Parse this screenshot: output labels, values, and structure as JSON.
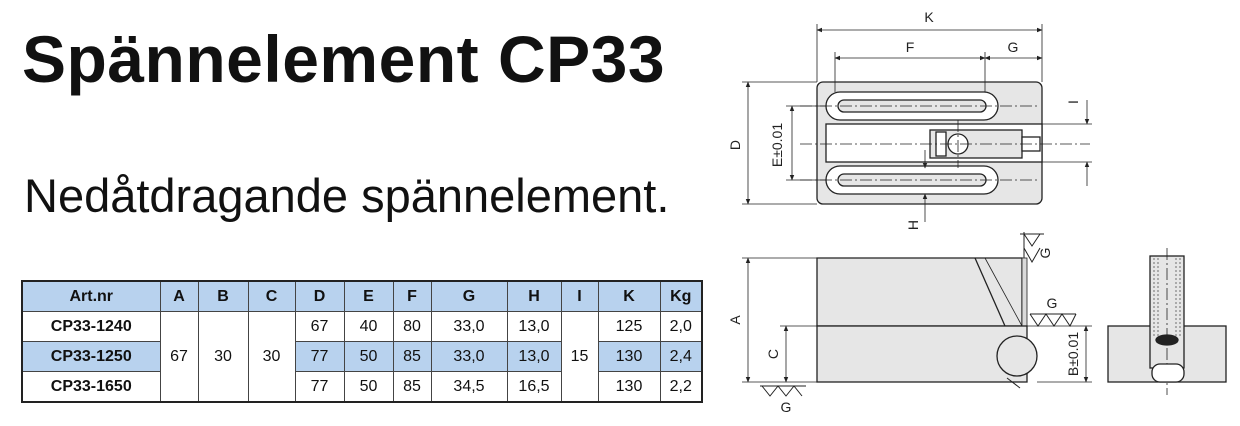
{
  "title": "Spännelement CP33",
  "subtitle": "Nedåtdragande spännelement.",
  "table": {
    "headers": [
      "Art.nr",
      "A",
      "B",
      "C",
      "D",
      "E",
      "F",
      "G",
      "H",
      "I",
      "K",
      "Kg"
    ],
    "shared": {
      "A": "67",
      "B": "30",
      "C": "30",
      "I": "15"
    },
    "rows": [
      {
        "art": "CP33-1240",
        "D": "67",
        "E": "40",
        "F": "80",
        "G": "33,0",
        "H": "13,0",
        "K": "125",
        "Kg": "2,0"
      },
      {
        "art": "CP33-1250",
        "D": "77",
        "E": "50",
        "F": "85",
        "G": "33,0",
        "H": "13,0",
        "K": "130",
        "Kg": "2,4"
      },
      {
        "art": "CP33-1650",
        "D": "77",
        "E": "50",
        "F": "85",
        "G": "34,5",
        "H": "16,5",
        "K": "130",
        "Kg": "2,2"
      }
    ]
  },
  "drawing": {
    "labels": {
      "K": "K",
      "F": "F",
      "G": "G",
      "I": "I",
      "D": "D",
      "E": "E±0.01",
      "H": "H",
      "A": "A",
      "C": "C",
      "B": "B±0.01"
    }
  },
  "colors": {
    "header_bg": "#b8d2ee",
    "part_fill": "#e6e6e6",
    "line": "#222222"
  }
}
